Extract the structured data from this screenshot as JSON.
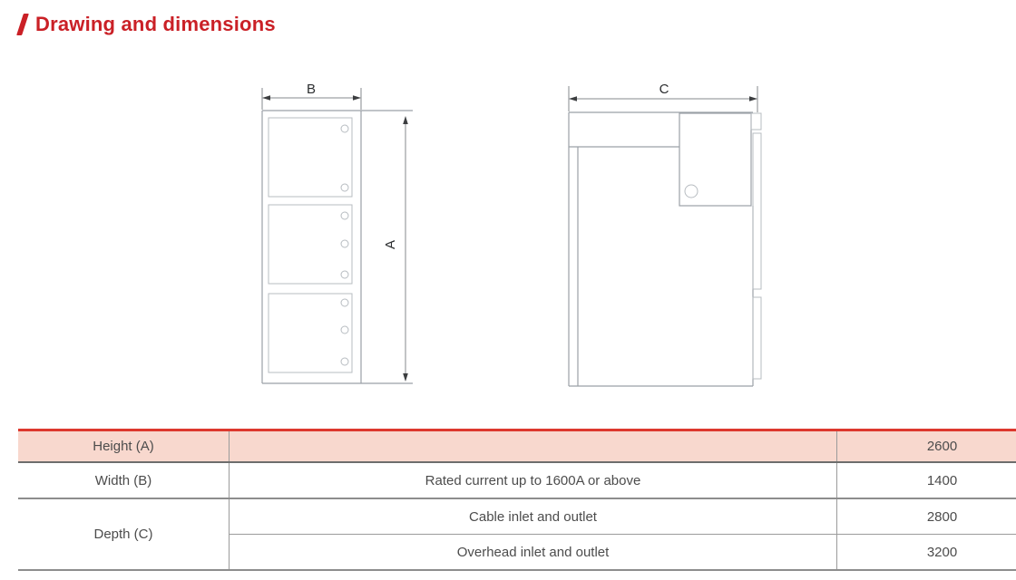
{
  "page": {
    "title": "Drawing and dimensions"
  },
  "drawings": {
    "front_view": {
      "width_label": "B",
      "height_label": "A"
    },
    "side_view": {
      "depth_label": "C"
    }
  },
  "table": {
    "rows": [
      {
        "dimension": "Height (A)",
        "condition": "",
        "value": "2600"
      },
      {
        "dimension": "Width (B)",
        "condition": "Rated current up to 1600A or above",
        "value": "1400"
      },
      {
        "dimension": "Depth (C)",
        "condition": "Cable inlet and outlet",
        "value": "2800"
      },
      {
        "dimension": "",
        "condition": "Overhead inlet and outlet",
        "value": "3200"
      }
    ]
  },
  "colors": {
    "accent_red": "#ca2026",
    "table_top_border": "#dd382e",
    "table_header_bg": "#f8d8ce",
    "table_text": "#4c4c4c",
    "table_border": "#9b9b9b",
    "drawing_line": "#9ba1a7",
    "drawing_light_line": "#b7bcc1",
    "dimension_line": "#85898d",
    "dimension_arrow": "#3c3e40",
    "label_text": "#2b2d2f"
  }
}
